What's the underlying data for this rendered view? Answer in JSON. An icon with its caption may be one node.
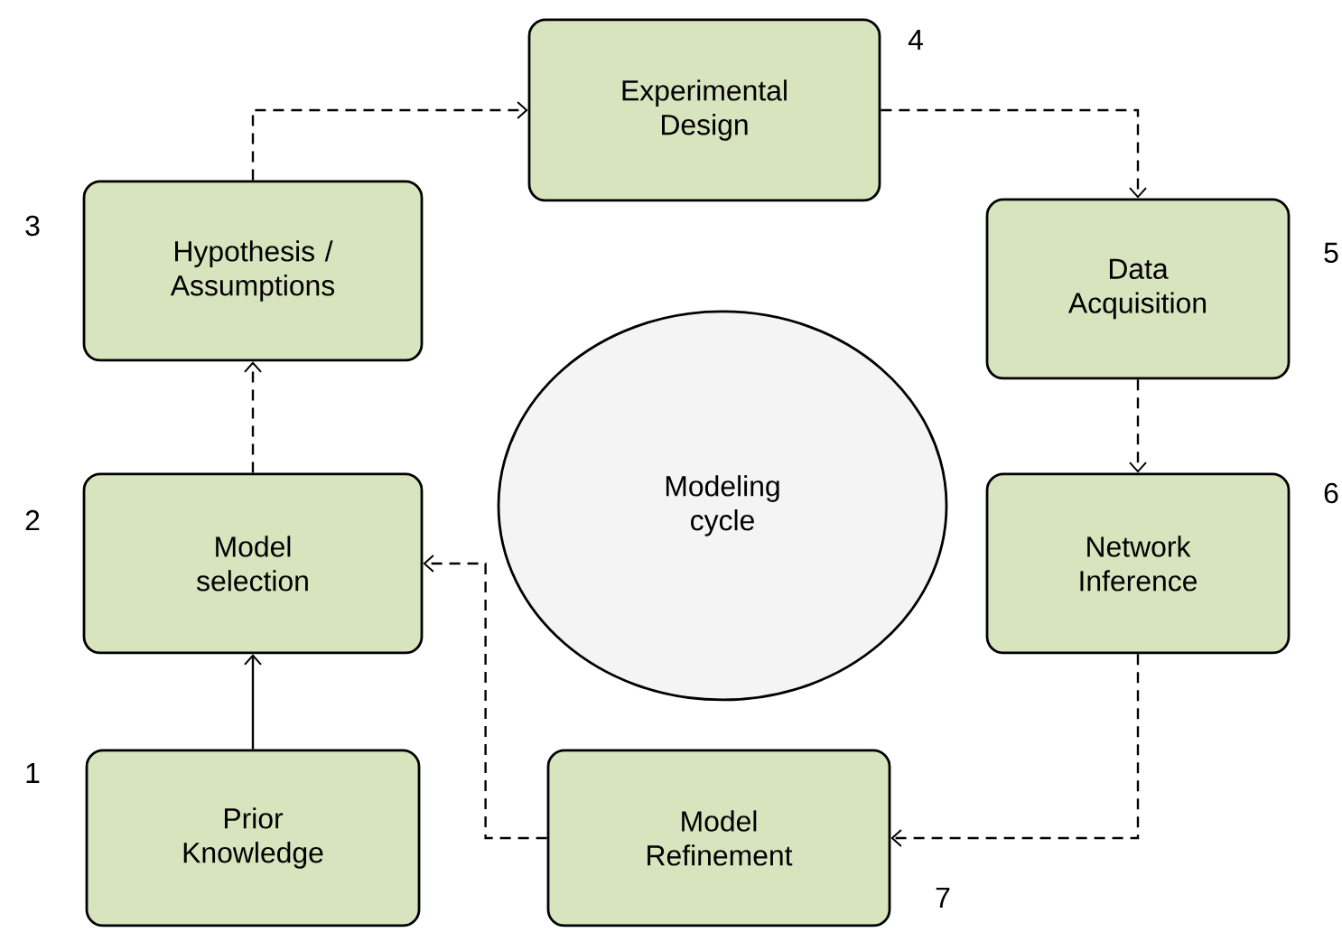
{
  "diagram": {
    "nodes": [
      {
        "text": [
          "Prior Knowledge"
        ],
        "beside": [
          "1"
        ]
      },
      {
        "text": [
          "Model selection"
        ],
        "beside": [
          "2"
        ]
      },
      {
        "text": [
          "Hypothesis / Assumptions"
        ],
        "beside": [
          "3"
        ]
      },
      {
        "text": [
          "Experimental Design"
        ],
        "beside": [
          "4"
        ]
      },
      {
        "text": [
          "Data Acquisition"
        ],
        "beside": [
          "5"
        ]
      },
      {
        "text": [
          "Network Inference"
        ],
        "beside": [
          "6"
        ]
      },
      {
        "text": [
          "Model Refinement"
        ],
        "beside": [
          "7"
        ]
      },
      {
        "text": [
          "Modeling cycle"
        ]
      }
    ],
    "edges": [
      {
        "from": 0,
        "to": 1,
        "arrow": "to"
      },
      {
        "from": 1,
        "to": 2,
        "arrow": "to",
        "style": "dashed"
      },
      {
        "from": 2,
        "to": 3,
        "arrow": "to",
        "style": "dashed"
      },
      {
        "from": 3,
        "to": 4,
        "arrow": "to",
        "style": "dashed"
      },
      {
        "from": 4,
        "to": 5,
        "arrow": "to",
        "style": "dashed"
      },
      {
        "from": 5,
        "to": 6,
        "arrow": "to",
        "style": "dashed"
      },
      {
        "from": 6,
        "to": 1,
        "arrow": "to",
        "style": "dashed"
      }
    ]
  }
}
